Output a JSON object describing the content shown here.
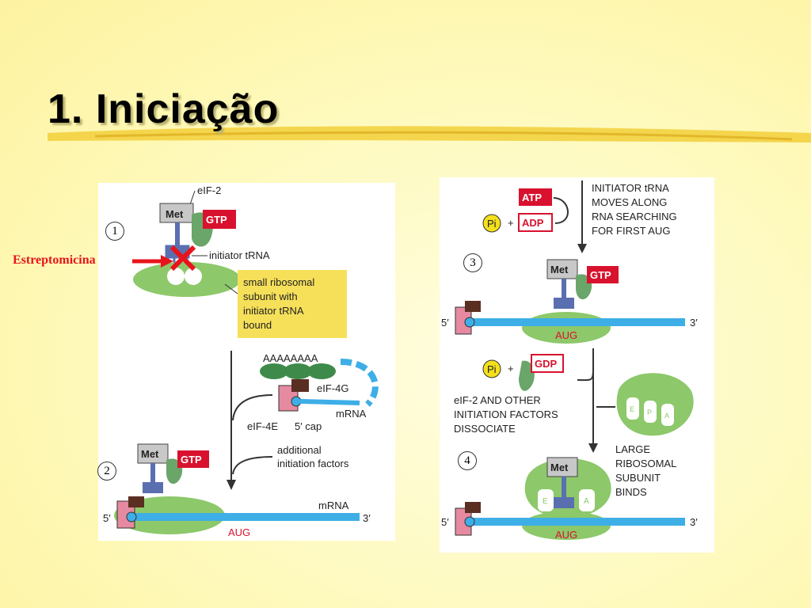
{
  "slide": {
    "title": "1. Iniciação"
  },
  "annotation": {
    "drug_label": "Estreptomicina"
  },
  "steps": [
    "1",
    "2",
    "3",
    "4"
  ],
  "left_panel": {
    "eif2": "eIF-2",
    "met": "Met",
    "gtp": "GTP",
    "initiator_trna": "initiator tRNA",
    "box_lines": [
      "small ribosomal",
      "subunit  with",
      "initiator tRNA",
      "bound"
    ],
    "poly_a": "AAAAAAAA",
    "eif4g": "eIF-4G",
    "mrna": "mRNA",
    "eif4e": "eIF-4E",
    "cap": "5′ cap",
    "additional": [
      "additional",
      "initiation factors"
    ],
    "met2": "Met",
    "gtp2": "GTP",
    "mrna2": "mRNA",
    "five": "5′",
    "three": "3′",
    "aug": "AUG"
  },
  "right_panel": {
    "atp": "ATP",
    "adp": "ADP",
    "pi": "Pi",
    "plus": "+",
    "scan_text": [
      "INITIATOR tRNA",
      "MOVES ALONG",
      "RNA SEARCHING",
      "FOR FIRST AUG"
    ],
    "met": "Met",
    "gtp": "GTP",
    "five": "5′",
    "three": "3′",
    "aug": "AUG",
    "gdp": "GDP",
    "dissociate_text": [
      "eIF-2 AND OTHER",
      "INITIATION FACTORS",
      "DISSOCIATE"
    ],
    "large_text": [
      "LARGE",
      "RIBOSOMAL",
      "SUBUNIT",
      "BINDS"
    ],
    "site_e": "E",
    "site_p": "P",
    "site_a": "A",
    "met2": "Met",
    "five2": "5′",
    "three2": "3′",
    "aug2": "AUG"
  },
  "colors": {
    "mrna": "#3eaee6",
    "ribosome": "#8dc86a",
    "gtp": "#d8122e",
    "met_box": "#c8c8c8",
    "cap": "#e58aa0",
    "trna": "#5a6fb0",
    "eif": "#6aa56a",
    "pi": "#f4e01c",
    "box": "#f6e05a",
    "strep": "#e8141c"
  }
}
